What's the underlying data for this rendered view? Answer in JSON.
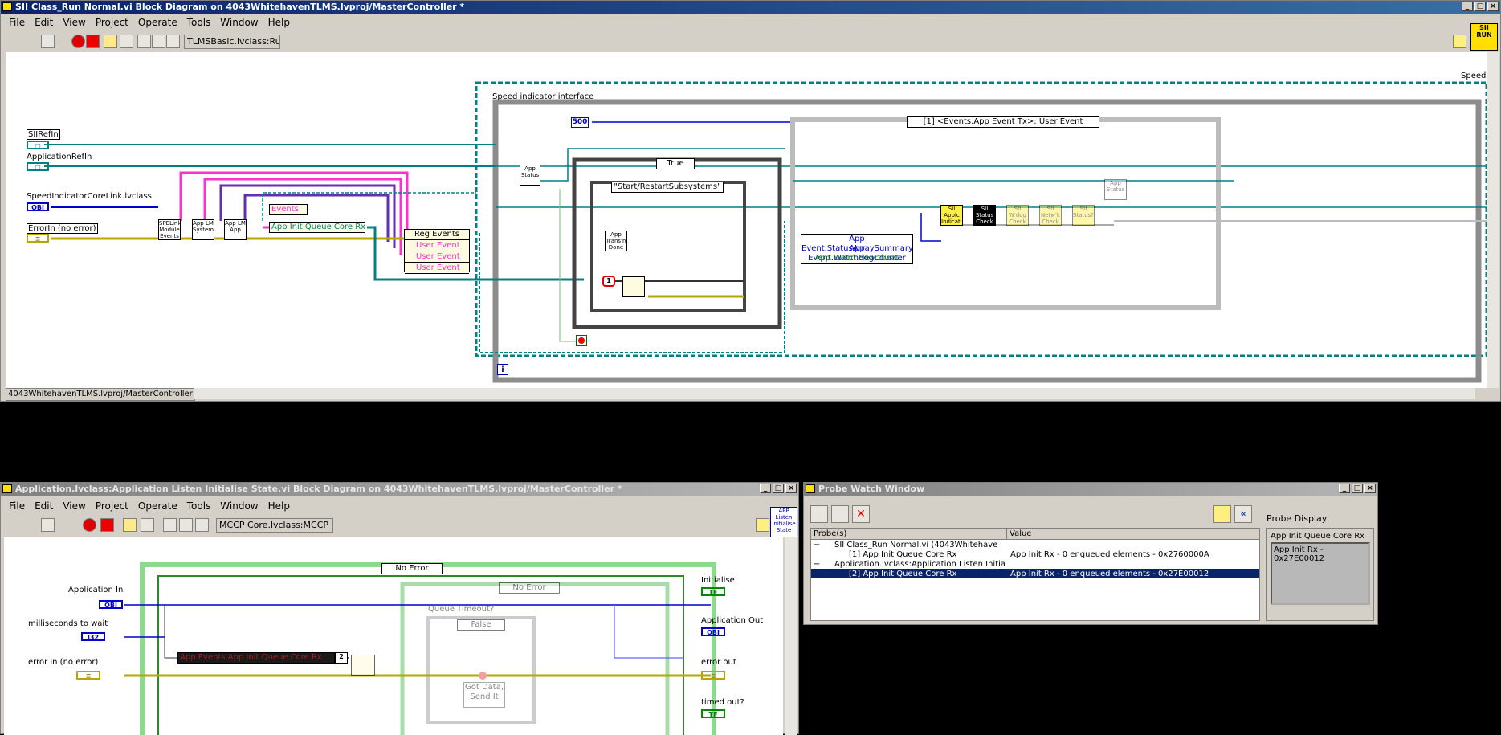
{
  "main_window": {
    "title": "SII Class_Run Normal.vi Block Diagram on 4043WhitehavenTLMS.lvproj/MasterController *",
    "menus": [
      "File",
      "Edit",
      "View",
      "Project",
      "Operate",
      "Tools",
      "Window",
      "Help"
    ],
    "vi_combo": "TLMSBasic.lvclass:Run N",
    "connector_icon": "SII RUN",
    "status_project": "4043WhitehavenTLMS.lvproj/MasterController",
    "diagram": {
      "controls": {
        "sii_ref_in": "SIIRefIn",
        "application_ref_in": "ApplicationRefIn",
        "speed_indicator_core_link": "SpeedIndicatorCoreLink.lvclass",
        "error_in": "ErrorIn (no error)"
      },
      "term_text": {
        "obj": "OBJ",
        "ref": "□",
        "err": "≡"
      },
      "events_label": "Events",
      "app_init_queue_label": "App Init Queue Core Rx",
      "reg_events": {
        "title": "Reg Events",
        "items": [
          "User Event",
          "User Event",
          "User Event"
        ]
      },
      "subvis": {
        "spe_link": "SPELink Module Events",
        "app_lm_system": "App LM System",
        "app_lm_app": "App LM App",
        "app_status": "App Status",
        "app_transn_done": "App Trans'n Done",
        "sii_update": "SII Applc Indicat'n Update",
        "sii_status_check": "SII Status Check",
        "sii_wdog_check": "SII W'dog Check",
        "sii_netwk_check": "SII Netw'k Check",
        "sii_status": "SII Status?",
        "app_status2": "App Status"
      },
      "speed_indicator_label": "Speed indicator interface",
      "speed_right_label": "SpeedI",
      "timeout_const": "500",
      "true_case": "True",
      "start_restart_case": "\"Start/RestartSubsystems\"",
      "event_case": "[1] <Events.App Event Tx>: User Event",
      "const_one": "1",
      "info_icon": "i",
      "app_events_items": [
        "App Event.StatusArraySummary",
        "App Event.WatchdogCounter",
        "App Event.Heartbeat"
      ]
    }
  },
  "app_window": {
    "title": "Application.lvclass:Application Listen Initialise State.vi Block Diagram on 4043WhitehavenTLMS.lvproj/MasterController *",
    "menus": [
      "File",
      "Edit",
      "View",
      "Project",
      "Operate",
      "Tools",
      "Window",
      "Help"
    ],
    "vi_combo": "MCCP Core.lvclass:MCCP",
    "connector_icon": "APP Listen Initialise State",
    "diagram": {
      "application_in": "Application In",
      "ms_to_wait": "milliseconds to wait",
      "error_in": "error in (no error)",
      "initialise": "Initialise",
      "application_out": "Application Out",
      "error_out": "error out",
      "timed_out": "timed out?",
      "case_no_error": "No Error",
      "inner_case_no_error": "No Error",
      "queue_timeout": "Queue Timeout?",
      "false_case": "False",
      "app_events_queue": "App Events.App Init Queue Core Rx",
      "const_two": "2",
      "got_data": "Got Data, Send It",
      "tf": "TF",
      "obj": "OBJ",
      "i32": "I32",
      "err": "≡"
    }
  },
  "probe_window": {
    "title": "Probe Watch Window",
    "columns": [
      "Probe(s)",
      "Value"
    ],
    "rows": [
      {
        "toggle": "−",
        "probe": "SII Class_Run Normal.vi (4043Whitehave",
        "value": ""
      },
      {
        "toggle": "",
        "probe": "[1] App Init Queue Core Rx",
        "value": "App Init Rx - 0 enqueued elements - 0x2760000A"
      },
      {
        "toggle": "−",
        "probe": "Application.lvclass:Application Listen Initia",
        "value": ""
      },
      {
        "toggle": "",
        "probe": "[2] App Init Queue Core Rx",
        "value": "App Init Rx - 0 enqueued elements - 0x27E00012"
      }
    ],
    "selected_row": 3,
    "probe_display_label": "Probe Display",
    "probe_display_name": "App Init Queue Core Rx",
    "probe_display_value": "App Init Rx - 0x27E00012"
  },
  "colors": {
    "title_active": "#0a246a",
    "wire_teal": "#008080",
    "wire_pink": "#ff33cc",
    "wire_blue": "#0000cc",
    "wire_error": "#b5a600",
    "wire_purple": "#6030b0",
    "selection": "#0a246a"
  }
}
